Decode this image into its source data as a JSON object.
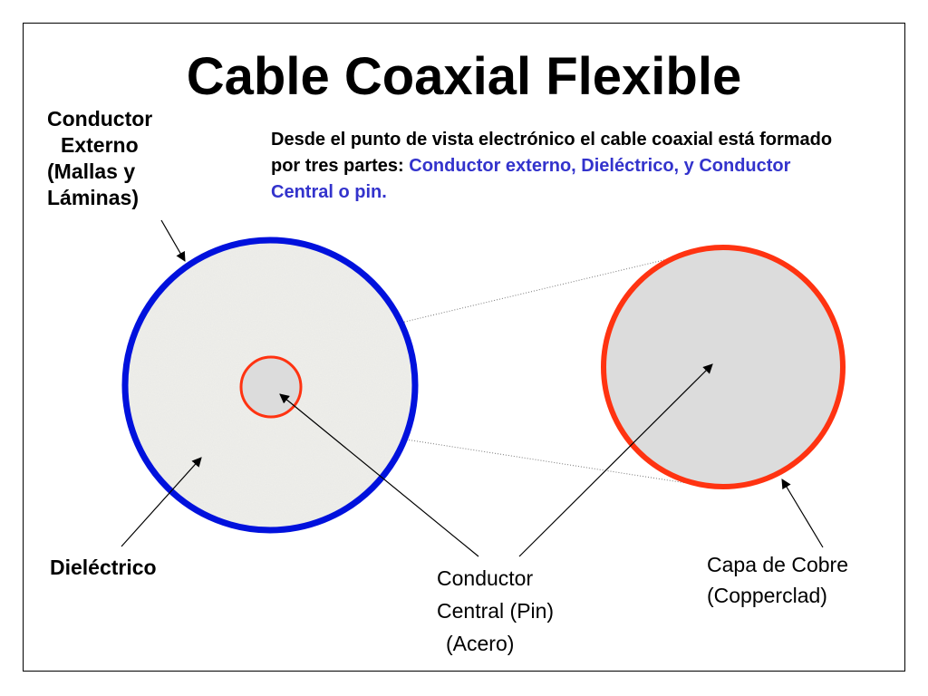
{
  "title": "Cable Coaxial Flexible",
  "description": {
    "text_plain": "Desde el punto de vista electrónico el cable coaxial está formado por tres partes: ",
    "text_highlight": "Conductor externo, Dieléctrico, y Conductor Central o pin."
  },
  "labels": {
    "outer_conductor": [
      "Conductor",
      "Externo",
      "(Mallas y",
      "Láminas)"
    ],
    "dielectric": "Dieléctrico",
    "center_conductor": [
      "Conductor",
      "Central (Pin)",
      "(Acero)"
    ],
    "copper_layer": [
      "Capa de Cobre",
      "(Copperclad)"
    ]
  },
  "colors": {
    "outer_ring": "#0011dd",
    "copper_ring": "#ff3311",
    "highlight_text": "#3333cc",
    "core_fill": "#dcdcdc",
    "dielectric_fill": "#eeeeea"
  }
}
